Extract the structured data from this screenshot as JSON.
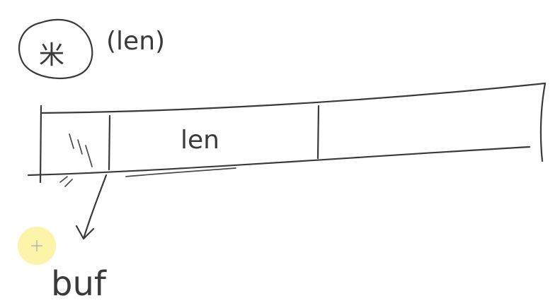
{
  "annotation": {
    "circled_symbol": "米",
    "len_param": "(len)"
  },
  "buffer": {
    "segment_label": "len"
  },
  "pointer_label": "buf",
  "colors": {
    "ink": "#3a3a3a",
    "cursor_highlight": "#fbf3a0",
    "background": "#ffffff"
  }
}
